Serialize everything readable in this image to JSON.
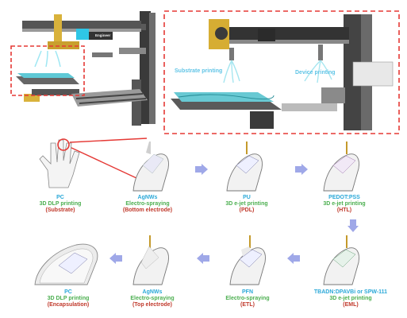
{
  "top": {
    "machine_brand": "Engineer",
    "substrate_label": "Substrate printing",
    "device_label": "Device printing"
  },
  "steps": [
    {
      "material": "PC",
      "method": "3D DLP printing",
      "role": "(Substrate)"
    },
    {
      "material": "AgNWs",
      "method": "Electro-spraying",
      "role": "(Bottom electrode)"
    },
    {
      "material": "PU",
      "method": "3D e-jet printing",
      "role": "(PDL)"
    },
    {
      "material": "PEDOT:PSS",
      "method": "3D e-jet printing",
      "role": "(HTL)"
    },
    {
      "material": "TBADN:DPAVBi or SPW-111",
      "method": "3D e-jet printing",
      "role": "(EML)"
    },
    {
      "material": "PFN",
      "method": "Electro-spraying",
      "role": "(ETL)"
    },
    {
      "material": "AgNWs",
      "method": "Electro-spraying",
      "role": "(Top electrode)"
    },
    {
      "material": "PC",
      "method": "3D DLP printing",
      "role": "(Encapsulation)"
    }
  ],
  "colors": {
    "material": "#2aa8d8",
    "method": "#4caf50",
    "role": "#c0392b",
    "highlight": "#e53935",
    "arrow": "#9fa8e8"
  }
}
